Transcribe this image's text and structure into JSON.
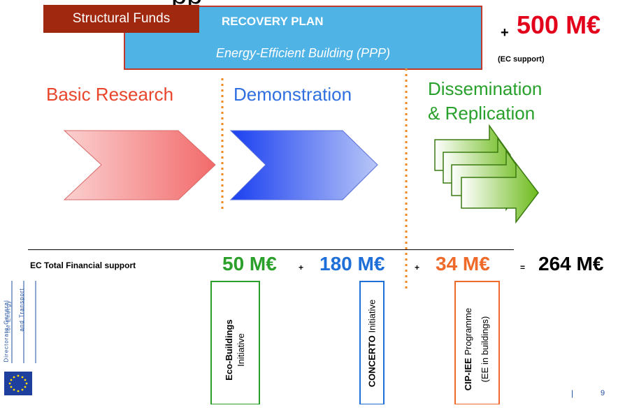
{
  "header": {
    "title_fragment": "pp"
  },
  "recovery_plan": {
    "structural_funds_label": "Structural Funds",
    "title": "RECOVERY PLAN",
    "subtitle": "Energy-Efficient Building (PPP)",
    "plus": "+",
    "amount": "500 M€",
    "note": "(EC support)"
  },
  "stages": {
    "basic_research": "Basic Research",
    "demonstration": "Demonstration",
    "dissemination_line1": "Dissemination",
    "dissemination_line2": "& Replication"
  },
  "financial": {
    "label": "EC Total Financial support",
    "amounts": [
      "50 M€",
      "180 M€",
      "34 M€"
    ],
    "plus": "+",
    "equals": "=",
    "total": "264 M€"
  },
  "initiatives": [
    {
      "bold": "Eco-Buildings",
      "rest": "Initiative",
      "color": "#2aa02a"
    },
    {
      "bold": "CONCERTO",
      "rest": " Initiative",
      "color": "#1f6fd8"
    },
    {
      "bold": "CIP-IEE",
      "rest": " Programme",
      "line2": "(EE in buildings)",
      "color": "#ef6a2a"
    }
  ],
  "sidebar": {
    "line1": "Directorate-General",
    "line2": "for Energy",
    "line3": "and Transport"
  },
  "footer": {
    "separator": "|",
    "page_number": "9"
  },
  "colors": {
    "research": "#e8452b",
    "demonstration": "#2f6fe0",
    "dissemination": "#28a02b",
    "recovery_box": "#4fb3e6",
    "structural_funds": "#a0280f"
  }
}
